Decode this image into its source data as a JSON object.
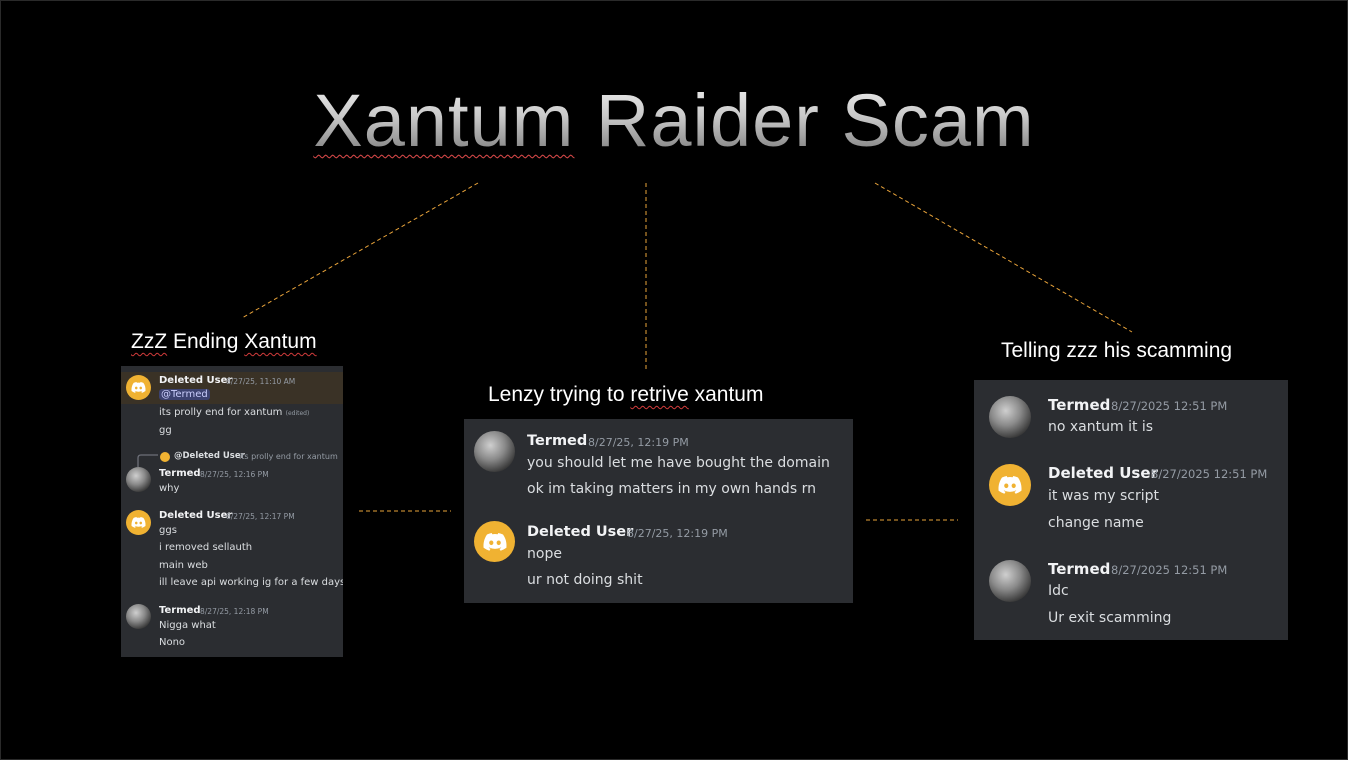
{
  "title": {
    "word1": "Xantum",
    "rest": " Raider Scam"
  },
  "captions": {
    "left": {
      "part1": "ZzZ",
      "part2": " Ending ",
      "part3": "Xantum"
    },
    "middle": {
      "part1": "Lenzy trying to ",
      "part2": "retrive",
      "part3": " xantum"
    },
    "right": "Telling zzz his scamming"
  },
  "colors": {
    "panel_bg": "#2b2d31",
    "discord_avatar": "#f0b232",
    "connector": "#e8a33a",
    "highlight": "#3a3226"
  },
  "left_panel": {
    "msg1": {
      "user": "Deleted User",
      "time": "8/27/25, 11:10 AM",
      "mention": "@Termed",
      "line2": "its prolly end for xantum",
      "edited": "(edited)",
      "line3": "gg"
    },
    "reply": {
      "user": "@Deleted User",
      "text": "its prolly end for xantum"
    },
    "msg2": {
      "user": "Termed",
      "time": "8/27/25, 12:16 PM",
      "line1": "why"
    },
    "msg3": {
      "user": "Deleted User",
      "time": "8/27/25, 12:17 PM",
      "lines": [
        "ggs",
        "i removed sellauth",
        "main web",
        "ill leave api working ig for a few days"
      ]
    },
    "msg4": {
      "user": "Termed",
      "time": "8/27/25, 12:18 PM",
      "lines": [
        "Nigga what",
        "Nono"
      ]
    }
  },
  "middle_panel": {
    "msg1": {
      "user": "Termed",
      "time": "8/27/25, 12:19 PM",
      "lines": [
        "you should let me have bought the domain",
        "ok im taking matters in my own hands rn"
      ]
    },
    "msg2": {
      "user": "Deleted User",
      "time": "8/27/25, 12:19 PM",
      "lines": [
        "nope",
        "ur not doing shit"
      ]
    }
  },
  "right_panel": {
    "msg1": {
      "user": "Termed",
      "time": "8/27/2025 12:51 PM",
      "lines": [
        "no xantum it is"
      ]
    },
    "msg2": {
      "user": "Deleted User",
      "time": "8/27/2025 12:51 PM",
      "lines": [
        "it was my script",
        "change name"
      ]
    },
    "msg3": {
      "user": "Termed",
      "time": "8/27/2025 12:51 PM",
      "lines": [
        "Idc",
        "Ur exit scamming"
      ]
    }
  }
}
